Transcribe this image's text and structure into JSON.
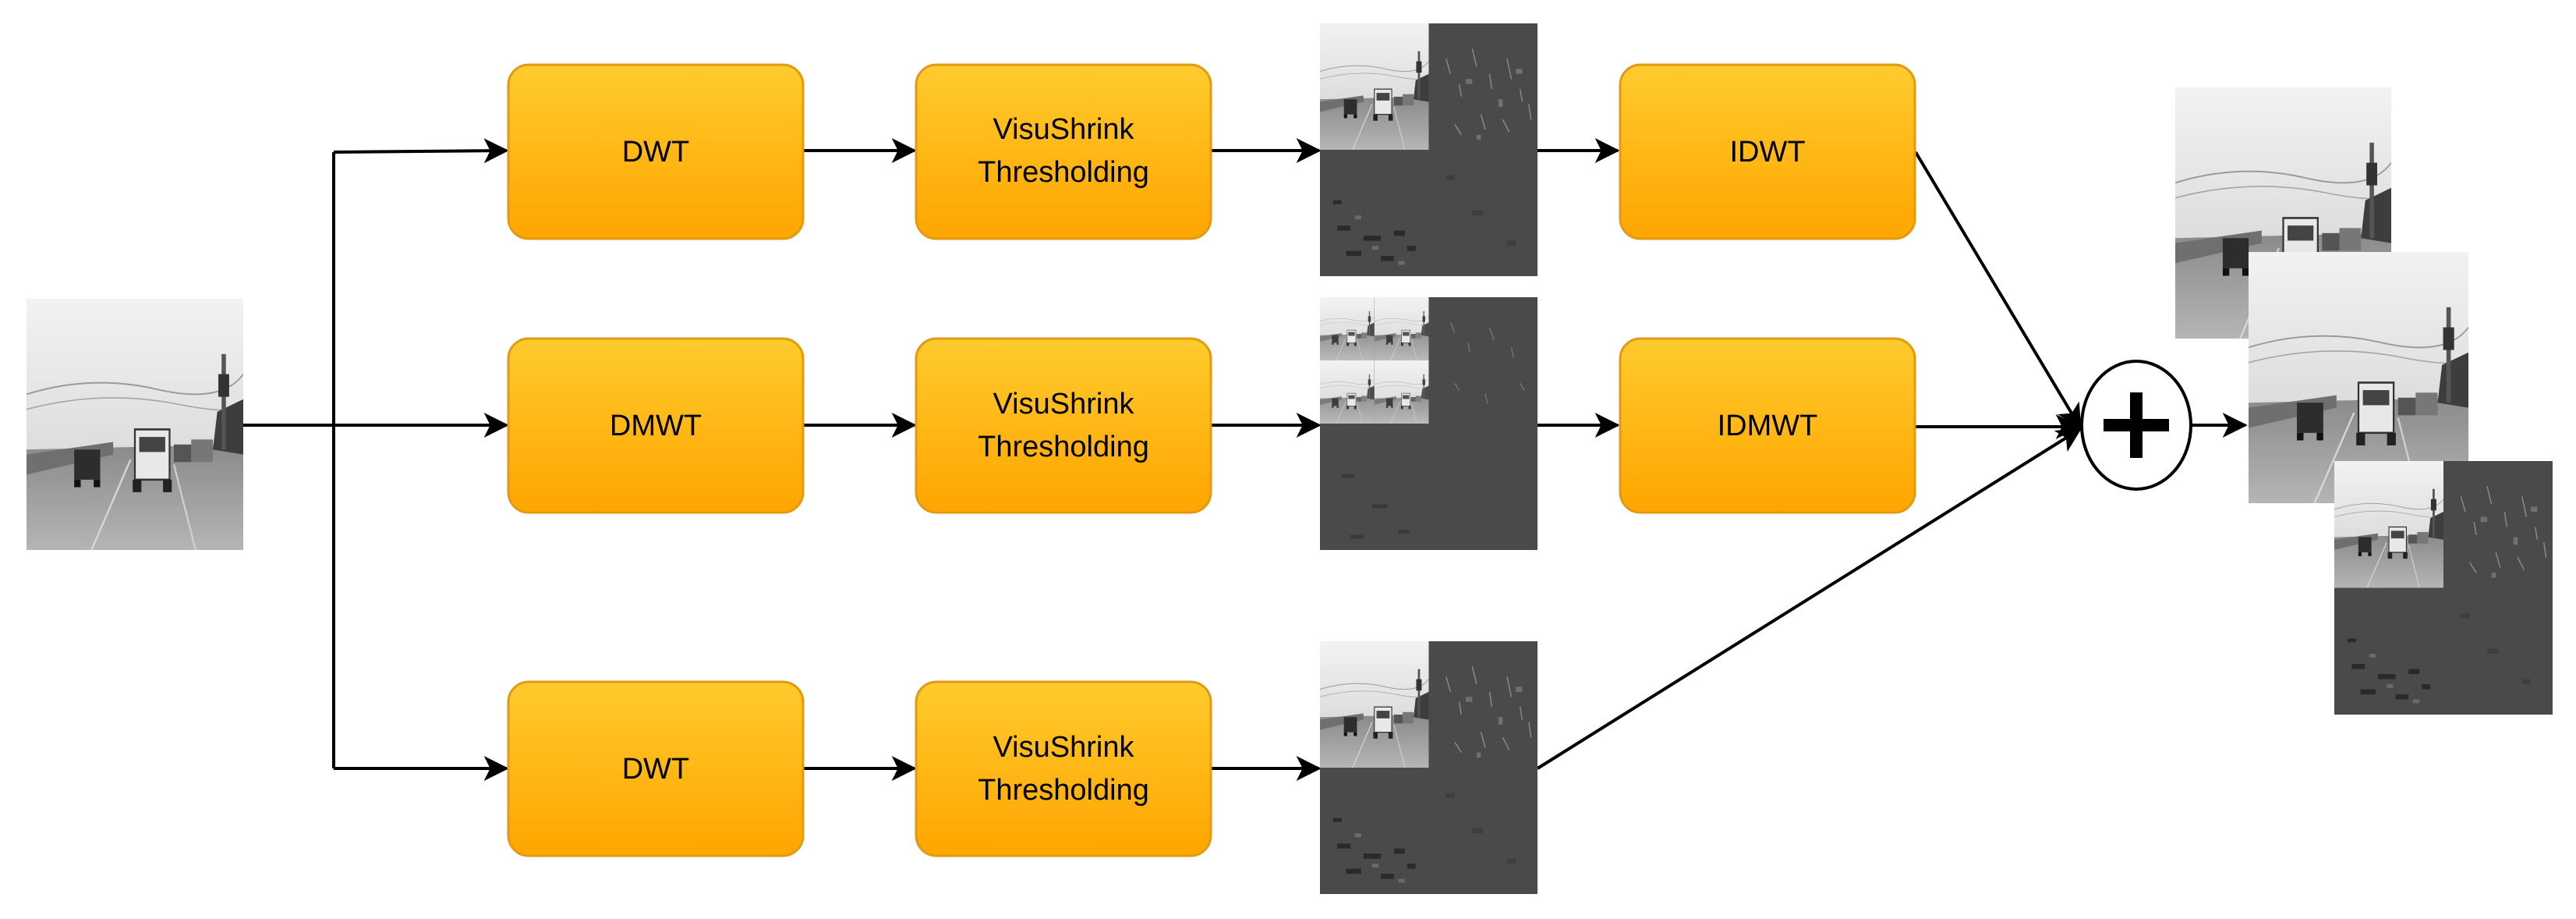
{
  "colors": {
    "box_top": "#FFCB2D",
    "box_bottom": "#FFA500",
    "box_border": "#E39A12",
    "arrow": "#000000",
    "sum_node_fill": "#ffffff"
  },
  "rows": [
    {
      "transform": {
        "label": "DWT"
      },
      "threshold": {
        "line1": "VisuShrink",
        "line2": "Thresholding"
      },
      "inverse": {
        "label": "IDWT"
      }
    },
    {
      "transform": {
        "label": "DMWT"
      },
      "threshold": {
        "line1": "VisuShrink",
        "line2": "Thresholding"
      },
      "inverse": {
        "label": "IDMWT"
      }
    },
    {
      "transform": {
        "label": "DWT"
      },
      "threshold": {
        "line1": "VisuShrink",
        "line2": "Thresholding"
      }
    }
  ],
  "images": {
    "input": "grayscale road scene with vehicles",
    "row1_coefficients": "single-level wavelet subband decomposition",
    "row2_coefficients": "multiwavelet subband decomposition",
    "row3_coefficients": "single-level wavelet subband decomposition",
    "output_stack": "stack of three output images: two road scenes and one subband decomposition"
  },
  "sum_node": {
    "icon": "plus-icon"
  }
}
